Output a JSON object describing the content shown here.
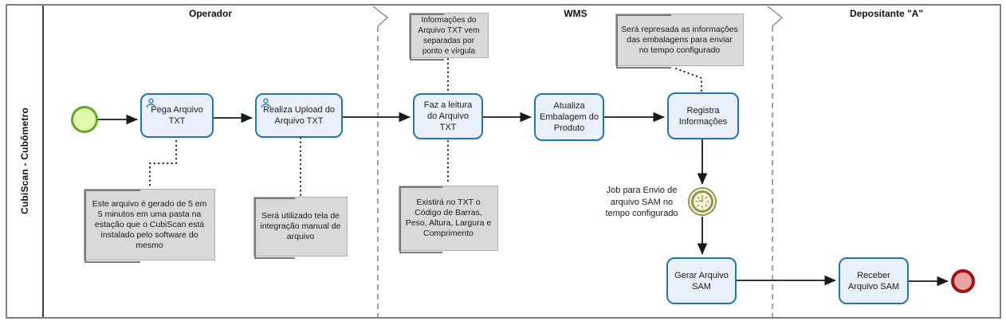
{
  "pool": {
    "title": "CubiScan - Cubômetro"
  },
  "lanes": [
    {
      "label": "Operador"
    },
    {
      "label": "WMS"
    },
    {
      "label": "Depositante \"A\""
    }
  ],
  "tasks": [
    {
      "id": "pega-arquivo-txt",
      "type": "user-task",
      "label": "Pega Arquivo TXT"
    },
    {
      "id": "realiza-upload",
      "type": "user-task",
      "label": "Realiza Upload do Arquivo TXT"
    },
    {
      "id": "faz-leitura-txt",
      "type": "task",
      "label": "Faz a leitura do Arquivo TXT"
    },
    {
      "id": "atualiza-embalagem",
      "type": "task",
      "label": "Atualiza Embalagem do Produto"
    },
    {
      "id": "registra-informacoes",
      "type": "task",
      "label": "Registra Informações"
    },
    {
      "id": "gerar-arquivo-sam",
      "type": "task",
      "label": "Gerar Arquivo SAM"
    },
    {
      "id": "receber-arquivo-sam",
      "type": "task",
      "label": "Receber Arquivo SAM"
    }
  ],
  "events": [
    {
      "id": "start",
      "type": "start-event"
    },
    {
      "id": "timer",
      "type": "intermediate-timer-event",
      "label": "Job para Envio de arquivo SAM no tempo configurado"
    },
    {
      "id": "end",
      "type": "end-event"
    }
  ],
  "annotations": [
    {
      "id": "nota-arquivo-gerado",
      "text": "Este arquivo é gerado de 5 em 5 minutos em uma pasta na estação que o CubiScan está instalado pelo software do mesmo"
    },
    {
      "id": "nota-tela-integracao",
      "text": "Será utilizado tela de integração manual de arquivo"
    },
    {
      "id": "nota-ponto-virgula",
      "text": "Informações do Arquivo TXT vem separadas por ponto e vírgula"
    },
    {
      "id": "nota-conteudo-txt",
      "text": "Existirá no TXT o Código de Barras, Peso, Altura, Largura e Comprimento"
    },
    {
      "id": "nota-represada",
      "text": "Será represada as informações das embalagens para enviar no tempo configurado"
    }
  ],
  "flows": [
    {
      "from": "start",
      "to": "pega-arquivo-txt"
    },
    {
      "from": "pega-arquivo-txt",
      "to": "realiza-upload"
    },
    {
      "from": "realiza-upload",
      "to": "faz-leitura-txt"
    },
    {
      "from": "faz-leitura-txt",
      "to": "atualiza-embalagem"
    },
    {
      "from": "atualiza-embalagem",
      "to": "registra-informacoes"
    },
    {
      "from": "registra-informacoes",
      "to": "timer"
    },
    {
      "from": "timer",
      "to": "gerar-arquivo-sam"
    },
    {
      "from": "gerar-arquivo-sam",
      "to": "receber-arquivo-sam"
    },
    {
      "from": "receber-arquivo-sam",
      "to": "end"
    }
  ],
  "colors": {
    "task_fill": "#eaf0fb",
    "task_border": "#1f79ae",
    "start_fill": "#e1f7a9",
    "start_border": "#61a72b",
    "end_fill": "#e9a2a2",
    "end_border": "#a21212",
    "timer_ring": "#97934a",
    "timer_face": "#f6f3d9",
    "annotation_fill": "#d9d9d9",
    "pool_border": "#7f7f7f",
    "user_icon": "#2e7fb8"
  }
}
